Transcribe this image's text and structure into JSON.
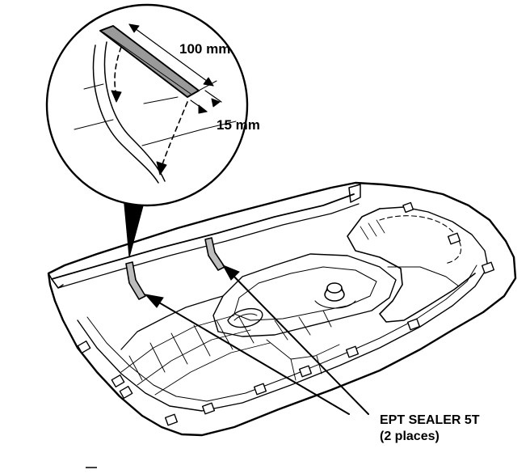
{
  "labels": {
    "length": "100 mm",
    "width": "15 mm",
    "sealer_line1": "EPT SEALER 5T",
    "sealer_line2": "(2 places)"
  },
  "colors": {
    "line": "#000000",
    "panel": "#ffffff",
    "strip": "#9a9a9a"
  }
}
